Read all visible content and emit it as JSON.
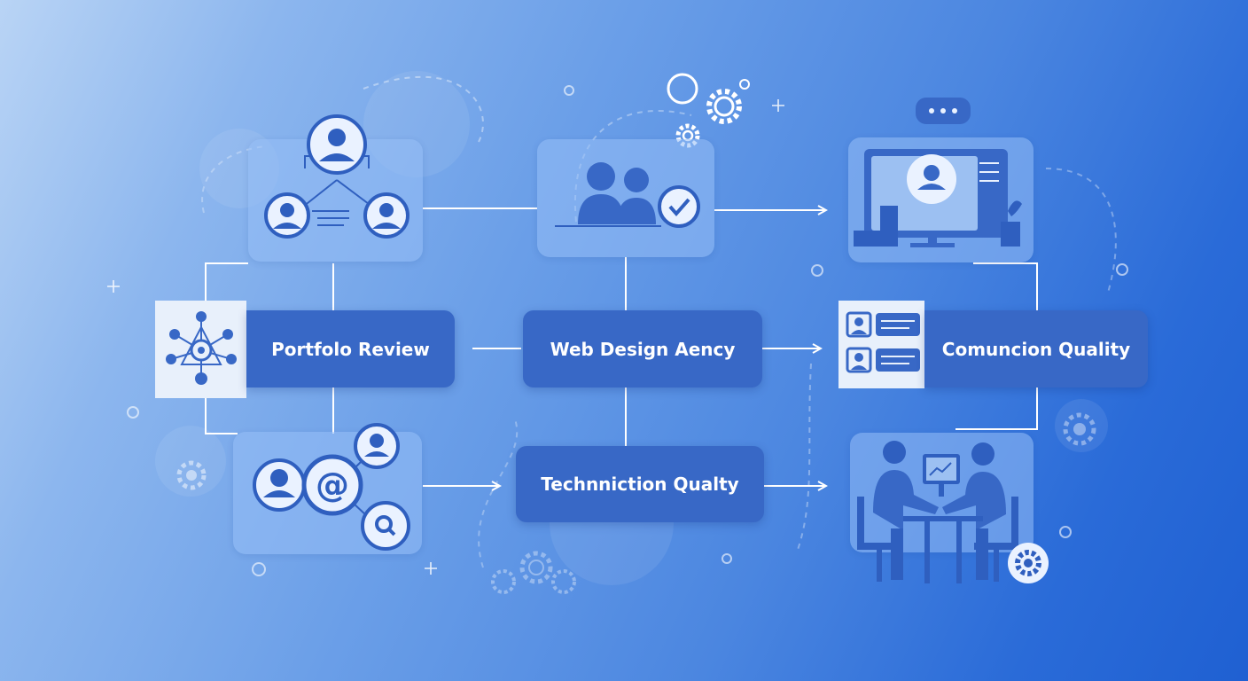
{
  "nodes": {
    "portfolio_review": {
      "label": "Portfolo Review"
    },
    "web_design_agency": {
      "label": "Web Design Aency"
    },
    "communication_quality": {
      "label": "Comuncion Quality"
    },
    "technician_quality": {
      "label": "Technniction Qualty"
    }
  },
  "icons": {
    "org_chart": "org-chart-icon",
    "team_check": "team-approved-icon",
    "video_call": "video-call-icon",
    "network": "network-node-icon",
    "profile_list": "profile-list-icon",
    "email_search": "email-search-icon",
    "meeting": "team-meeting-icon"
  },
  "colors": {
    "pill": "#3868c6",
    "tile": "#96bef5",
    "connector": "#ffffff",
    "icon_dark": "#2f5fbf",
    "icon_light": "#eaf2ff"
  }
}
